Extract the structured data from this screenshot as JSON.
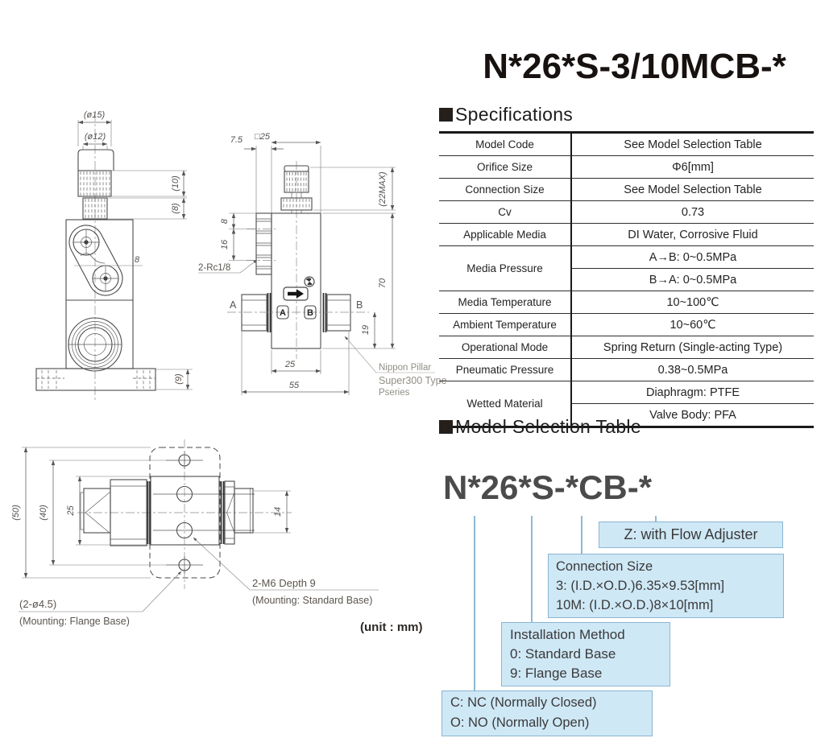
{
  "page": {
    "title": "N*26*S-3/10MCB-*",
    "unit_note": "(unit : mm)"
  },
  "specifications": {
    "heading": "Specifications",
    "rows": [
      {
        "label": "Model Code",
        "value": "See Model Selection Table"
      },
      {
        "label": "Orifice Size",
        "value": "Φ6[mm]"
      },
      {
        "label": "Connection Size",
        "value": "See Model Selection Table"
      },
      {
        "label": "Cv",
        "value": "0.73"
      },
      {
        "label": "Applicable Media",
        "value": "DI Water, Corrosive Fluid"
      },
      {
        "label": "Media Pressure",
        "value1": "A→B: 0~0.5MPa",
        "value2": "B→A: 0~0.5MPa"
      },
      {
        "label": "Media Temperature",
        "value": "10~100℃"
      },
      {
        "label": "Ambient Temperature",
        "value": "10~60℃"
      },
      {
        "label": "Operational Mode",
        "value": "Spring Return (Single-acting Type)"
      },
      {
        "label": "Pneumatic Pressure",
        "value": "0.38~0.5MPa"
      },
      {
        "label": "Wetted Material",
        "value1": "Diaphragm: PTFE",
        "value2": "Valve Body: PFA"
      }
    ]
  },
  "model_selection": {
    "heading": "Model Selection Table",
    "code": "N*26*S-*CB-*",
    "flow_adjuster": "Z: with Flow Adjuster",
    "connection": {
      "title": "Connection Size",
      "line1": "3: (I.D.×O.D.)6.35×9.53[mm]",
      "line2": "10M: (I.D.×O.D.)8×10[mm]"
    },
    "installation": {
      "title": "Installation Method",
      "line1": "0: Standard Base",
      "line2": "9: Flange Base"
    },
    "operation": {
      "line1": "C: NC (Normally Closed)",
      "line2": "O: NO (Normally Open)"
    }
  },
  "drawings": {
    "side_view": {
      "dim_d15": "(ø15)",
      "dim_d12": "(ø12)",
      "dim_10": "(10)",
      "dim_8_knob": "(8)",
      "dim_8": "8",
      "dim_9": "(9)"
    },
    "front_view": {
      "dim_75": "7.5",
      "dim_sq25": "□25",
      "dim_22max": "(22MAX)",
      "dim_8": "8",
      "dim_16": "16",
      "dim_70": "70",
      "dim_19": "19",
      "dim_25": "25",
      "dim_55": "55",
      "port_label": "2-Rc1/8",
      "label_a": "A",
      "label_b": "B",
      "badge_a": "A",
      "badge_b": "B",
      "callout_line1": "Nippon Pillar",
      "callout_line2": "Super300 Type",
      "callout_line3": "Pseries"
    },
    "bottom_view": {
      "dim_50": "(50)",
      "dim_40": "(40)",
      "dim_25": "25",
      "dim_14": "14",
      "label_m6": "2-M6 Depth 9",
      "label_std": "(Mounting: Standard Base)",
      "label_d45": "(2-ø4.5)",
      "label_flange": "(Mounting: Flange Base)"
    }
  }
}
